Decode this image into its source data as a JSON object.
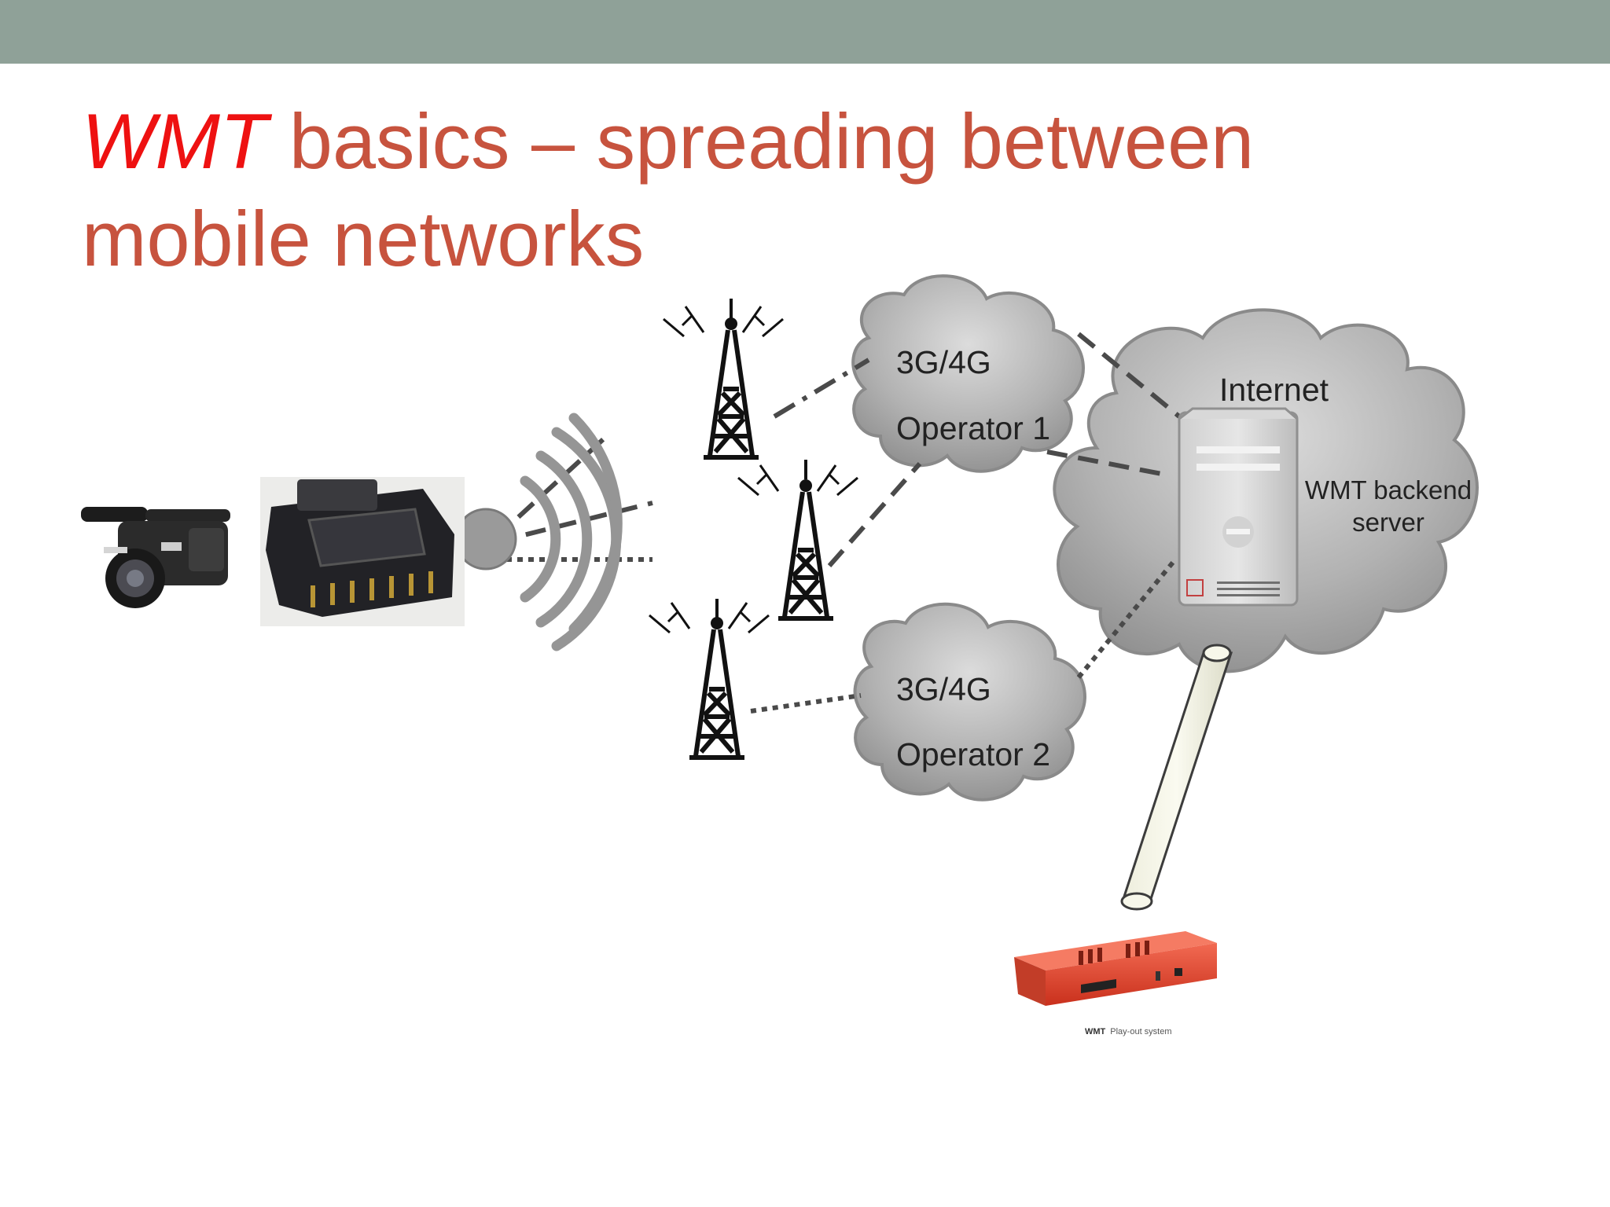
{
  "slide": {
    "title_emphasis": "WMT",
    "title_line1_rest": " basics – spreading between",
    "title_line2": "mobile networks"
  },
  "clouds": {
    "operator1": {
      "line1": "3G/4G",
      "line2": "Operator 1"
    },
    "operator2": {
      "line1": "3G/4G",
      "line2": "Operator 2"
    },
    "internet": {
      "label": "Internet"
    }
  },
  "server": {
    "label_line1": "WMT backend",
    "label_line2": "server"
  },
  "playout": {
    "caption_brand": "WMT",
    "caption_text": "Play-out system"
  },
  "colors": {
    "band": "#8fa198",
    "title": "#c7533e",
    "title_emphasis": "#ee1111",
    "cloud": "#9e9ea0",
    "link": "#4a4a4a",
    "playout_device": "#e8412b"
  }
}
